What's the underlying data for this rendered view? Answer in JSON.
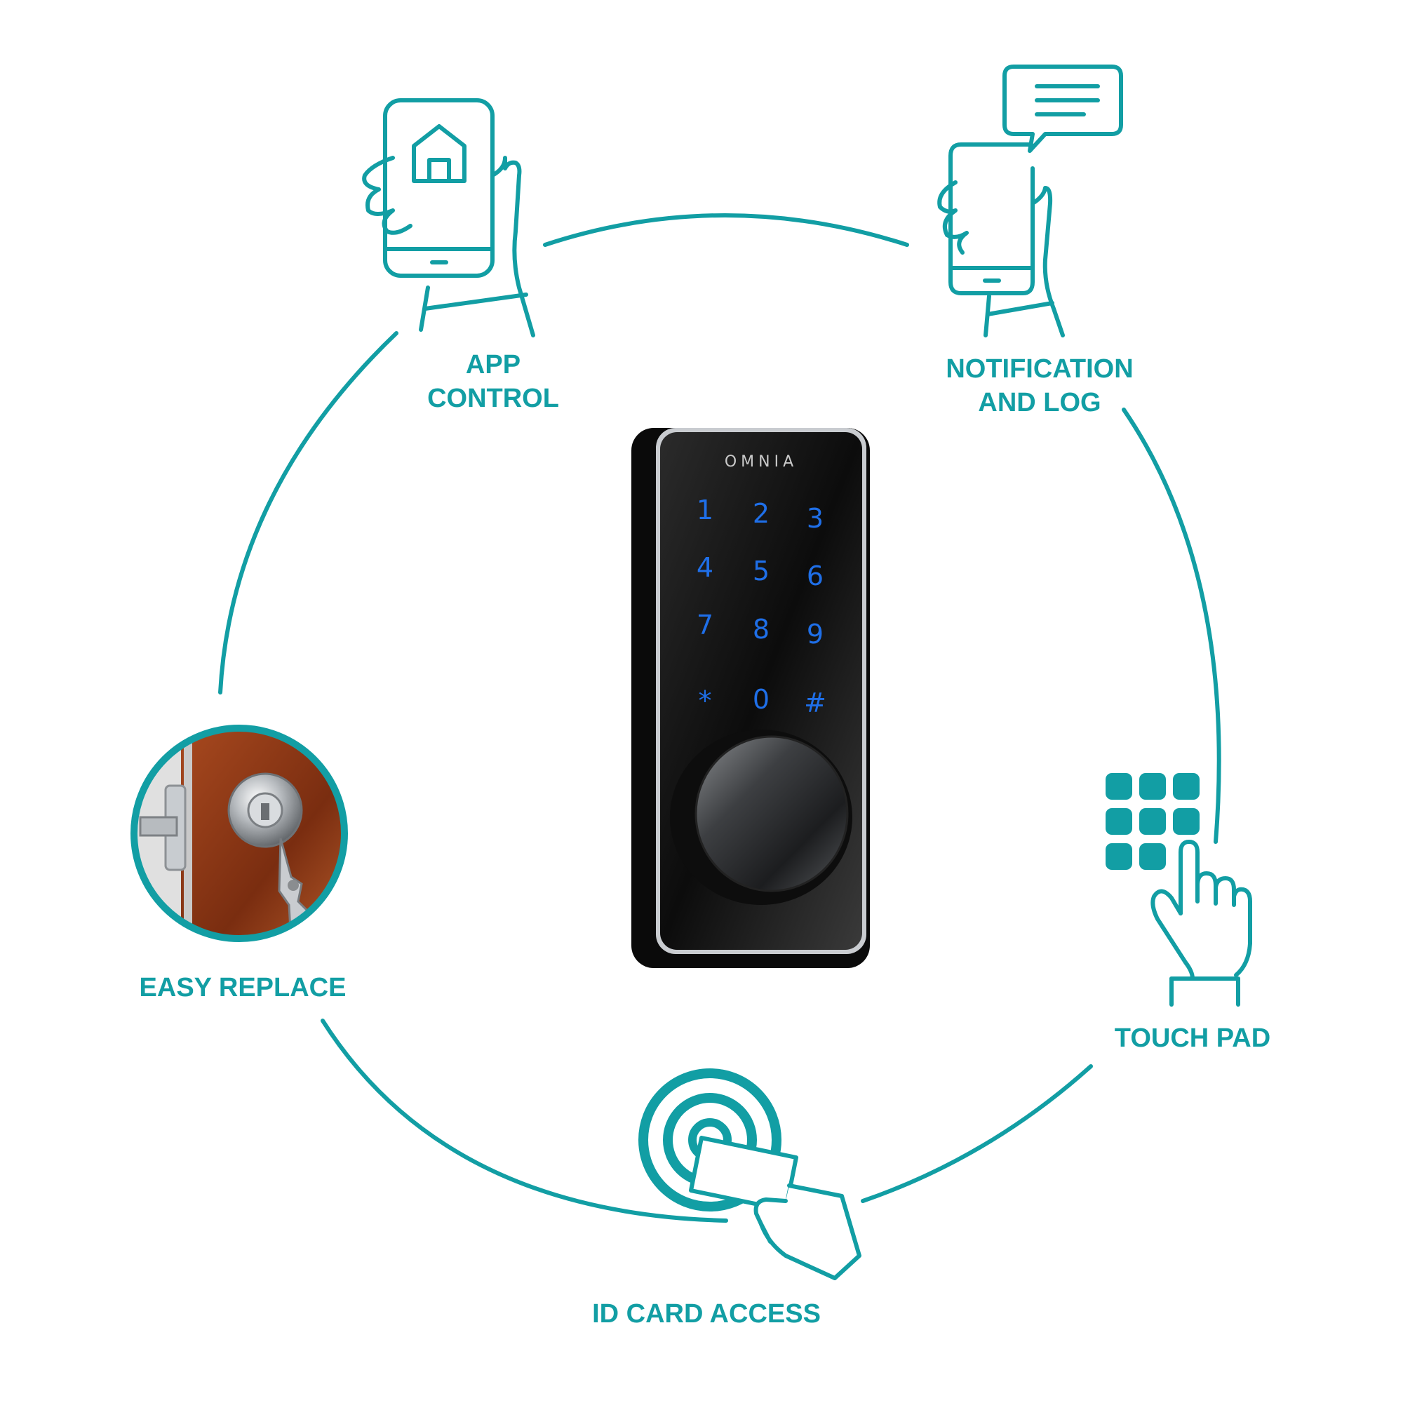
{
  "colors": {
    "accent": "#129ea4",
    "lock_body": "#111111",
    "key_light": "#1f6fe8"
  },
  "brand": {
    "logo_text": "OMNIA"
  },
  "keypad": {
    "keys": [
      "1",
      "2",
      "3",
      "4",
      "5",
      "6",
      "7",
      "8",
      "9",
      "*",
      "0",
      "#"
    ]
  },
  "features": {
    "app_control": {
      "line1": "APP",
      "line2": "CONTROL",
      "icon": "phone-home-hand-icon"
    },
    "notification_log": {
      "line1": "NOTIFICATION",
      "line2": "AND LOG",
      "icon": "phone-message-hand-icon"
    },
    "touch_pad": {
      "label": "TOUCH PAD",
      "icon": "keypad-touch-icon"
    },
    "id_card_access": {
      "label": "ID CARD ACCESS",
      "icon": "rfid-card-icon"
    },
    "easy_replace": {
      "label": "EASY REPLACE",
      "icon": "deadbolt-key-photo"
    }
  }
}
